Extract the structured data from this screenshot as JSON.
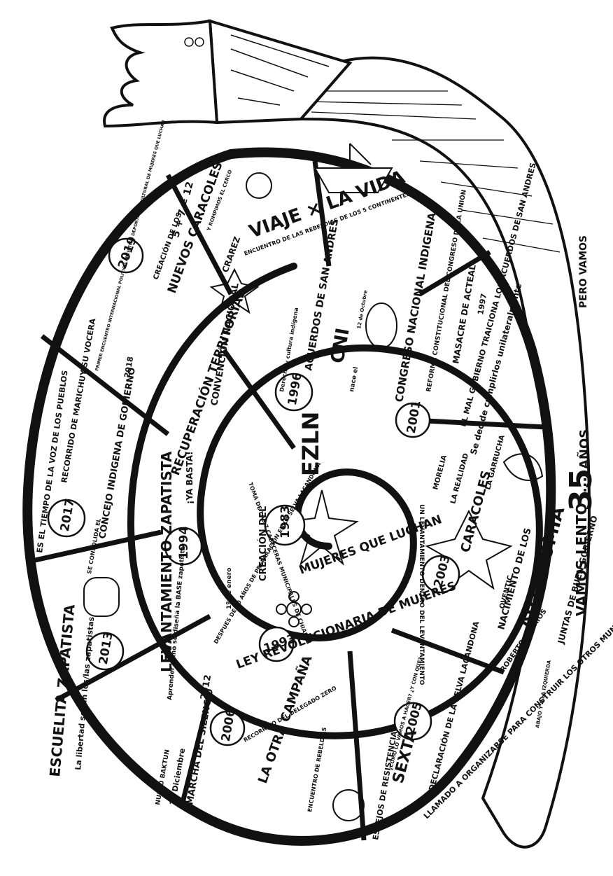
{
  "colors": {
    "ink": "#111111",
    "paper": "#ffffff"
  },
  "icons": [
    "snail-shell",
    "crown",
    "star",
    "boat",
    "sun-face",
    "sea-shell",
    "face-mask",
    "skull",
    "flower"
  ],
  "tail": {
    "vamos_lento": "VAMOS LENTO ....",
    "pero_vamos": "PERO VAMOS",
    "anios_number": "35",
    "anios_label": "AÑOS"
  },
  "segments": {
    "ezln": {
      "year": "1983",
      "title": "EZLN",
      "text": "CREACIÓN DEL"
    },
    "mujeres": {
      "year": "1993",
      "title": "MUJERES QUE LUCHAN",
      "law": "LEY REVOLUCIONARIA DE MUJERES",
      "note": "DESPUES DE 10 AÑOS DE PREPARACION EN LA SELVA LACANDONA",
      "levantamiento_note": "UN LEVANTAMIENTO DENTRO DEL LEVANTAMIENTO"
    },
    "levantamiento": {
      "year": "1994",
      "title": "LEVANTAMIENTO ZAPATISTA",
      "ya_basta": "¡YA BASTA!",
      "date": "1º de enero",
      "toma": "TOMA DE LAS 7 CABECERAS MUNICIPALES DE CHIAPAS"
    },
    "recuperacion": {
      "title": "RECUPERACIÓN TERRITORIAL",
      "convencion": "CONVENCIÓN NACIONAL"
    },
    "acuerdos": {
      "year": "1996",
      "title": "ACUERDOS DE SAN ANDRES",
      "sub": "Derecho y cultura indígena"
    },
    "cni": {
      "title": "CNI",
      "sub": "nace el",
      "date": "12 de Octubre",
      "congreso": "CONGRESO NACIONAL INDIGENA"
    },
    "acteal": {
      "year": "1997",
      "title": "MASACRE DE ACTEAL"
    },
    "reforma": {
      "year": "2001",
      "text": "REFORMA CONSTITUCIONAL DEL CONGRESO DE LA UNIÓN",
      "traiciona": "EL MAL GOBIERNO TRAICIONA LOS ACUERDOS DE SAN ANDRES",
      "unilateral": "Se decide cumplirlos unilateralmente"
    },
    "caracoles2003": {
      "year": "2003",
      "title": "CARACOLES",
      "autonomia": "AUTONOMIA",
      "nacimiento": "NACIMIENTO DE LOS",
      "juntas": "JUNTAS DE BUEN GOBIERNO",
      "morelia": "MORELIA",
      "realidad": "LA REALIDAD",
      "garrucha": "LA GARRUCHA",
      "oventic": "OVENTIC",
      "roberto": "ROBERTO BARRIOS"
    },
    "sexta": {
      "year": "2005",
      "title": "SEXTA",
      "text": "DECLARACIÓN DE LA SELVA LACANDONA",
      "llamado": "LLAMADO A ORGANIZARSE PARA CONSTRUIR LOS OTROS MUNDOS POSIBLES",
      "como": "¿COMO LO VAMOS A HACER? ¿Y CON QUE?",
      "abajo": "ABAJO Y A LA IZQUIERDA"
    },
    "otra": {
      "year": "2006",
      "title": "LA OTRA CAMPAÑA",
      "recorrido": "RECORRIDO DEL DELEGADO ZERO"
    },
    "resistencia": {
      "title": "ESPEJOS DE RESISTENCIA",
      "encuentro": "ENCUENTRO DE REBELDÍAS"
    },
    "silencio": {
      "year": "2012",
      "title": "MARCHA DEL SILENCIO",
      "date": "21 Diciembre",
      "baktun": "NUEVO BAKTUN"
    },
    "escuelita": {
      "year": "2013",
      "title": "ESCUELITA ZAPATISTA",
      "libertad": "La libertad según los/las zapatistas",
      "aprender": "Aprender como se diseña la BASE zapatista"
    },
    "concejo": {
      "year": "2017",
      "title": "CONCEJO INDIGENA DE GOBIERNO",
      "recorrido": "RECORRIDO DE MARICHUY SU VOCERA",
      "voz": "ES EL TIEMPO DE LA VOZ DE LOS PUEBLOS",
      "se": "SE CONSOLIDA EL"
    },
    "encuentro2018": {
      "year": "2018",
      "text": "PRIMER ENCUENTRO INTERNACIONAL POLITICO ARTISTICO DEPORTIVO Y CULTURAL DE MUJERES QUE LUCHAN"
    },
    "caracoles2019": {
      "year": "2019",
      "title": "NUEVOS CARACOLES",
      "creacion": "CREACIÓN DE LOS",
      "formula": "5 + 7 = 12",
      "rompimos": "Y ROMPIMOS EL CERCO",
      "crarez": "CRAREZ"
    },
    "viaje": {
      "title": "VIAJE × LA VIDA",
      "text": "ENCUENTRO DE LAS REBELDIAS DE LOS 5 CONTINENTES"
    }
  }
}
